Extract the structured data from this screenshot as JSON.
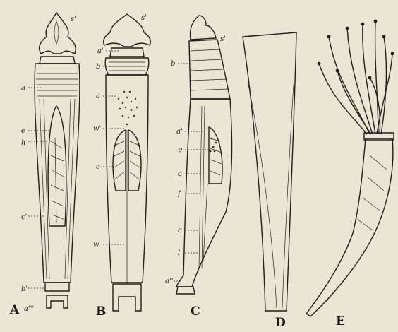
{
  "figure": {
    "panels": {
      "A": "A",
      "B": "B",
      "C": "C",
      "D": "D",
      "E": "E"
    },
    "labels": {
      "A": {
        "s": "s'",
        "a": "a",
        "e": "e",
        "h": "h",
        "c": "c'",
        "b": "b'",
        "a3": "a'''"
      },
      "B": {
        "s": "s'",
        "a1": "a'",
        "b": "b",
        "a": "a",
        "w1": "w'",
        "e": "e",
        "w": "w"
      },
      "C": {
        "s": "s'",
        "b": "b",
        "a1": "a'",
        "g": "g",
        "c1": "c",
        "f": "f",
        "c2": "c",
        "l": "l'",
        "a3": "a''"
      }
    }
  }
}
